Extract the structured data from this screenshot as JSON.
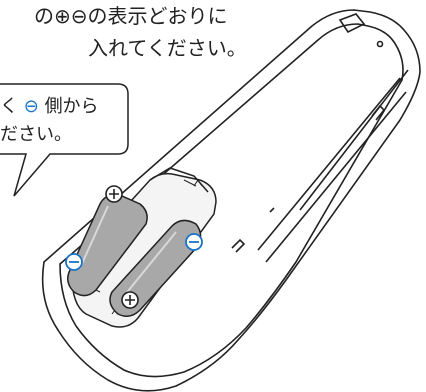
{
  "instructions": {
    "line1": "の⊕⊖の表示どおりに",
    "line2": "入れてください。"
  },
  "callout": {
    "line1_pre": "く",
    "line1_minus": "⊖",
    "line1_post": "側から",
    "line2": "ださい。"
  },
  "battery_marks": {
    "plus": "⊕",
    "minus": "⊖"
  },
  "colors": {
    "minus_mark": "#1a73c8",
    "battery_fill": "#a8a8a8",
    "outline": "#222222"
  }
}
